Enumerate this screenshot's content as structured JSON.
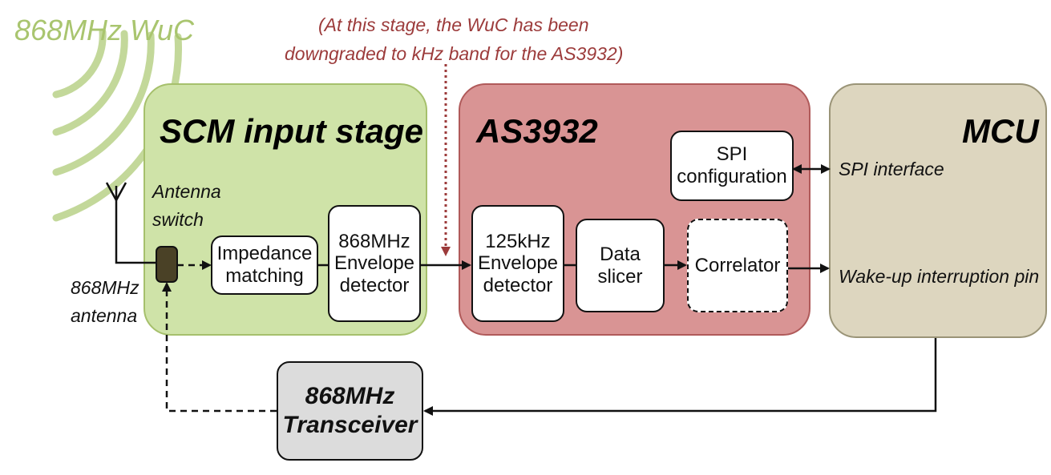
{
  "colors": {
    "wuc_green": "#a9c56f",
    "scm_fill": "#cfe3a8",
    "scm_border": "#a6c06c",
    "as_fill": "#d99494",
    "as_border": "#b05a5a",
    "mcu_fill": "#ddd6bf",
    "mcu_border": "#9a9477",
    "transceiver_fill": "#dcdcdc",
    "note_red": "#9c3b3b",
    "switch_fill": "#4a4126"
  },
  "wuc_label": "868MHz WuC",
  "note": {
    "line1": "(At this stage, the WuC has been",
    "line2": "downgraded to kHz band for the AS3932)"
  },
  "antenna": {
    "label_line1": "868MHz",
    "label_line2": "antenna"
  },
  "scm": {
    "title": "SCM input stage",
    "switch_label_line1": "Antenna",
    "switch_label_line2": "switch",
    "impedance": "Impedance\nmatching",
    "envelope": "868MHz\nEnvelope\ndetector"
  },
  "as3932": {
    "title": "AS3932",
    "spi": "SPI\nconfiguration",
    "envelope": "125kHz\nEnvelope\ndetector",
    "slicer": "Data\nslicer",
    "correlator": "Correlator"
  },
  "mcu": {
    "title": "MCU",
    "spi_interface": "SPI interface",
    "wakeup": "Wake-up  interruption pin"
  },
  "transceiver": {
    "line1": "868MHz",
    "line2": "Transceiver"
  }
}
